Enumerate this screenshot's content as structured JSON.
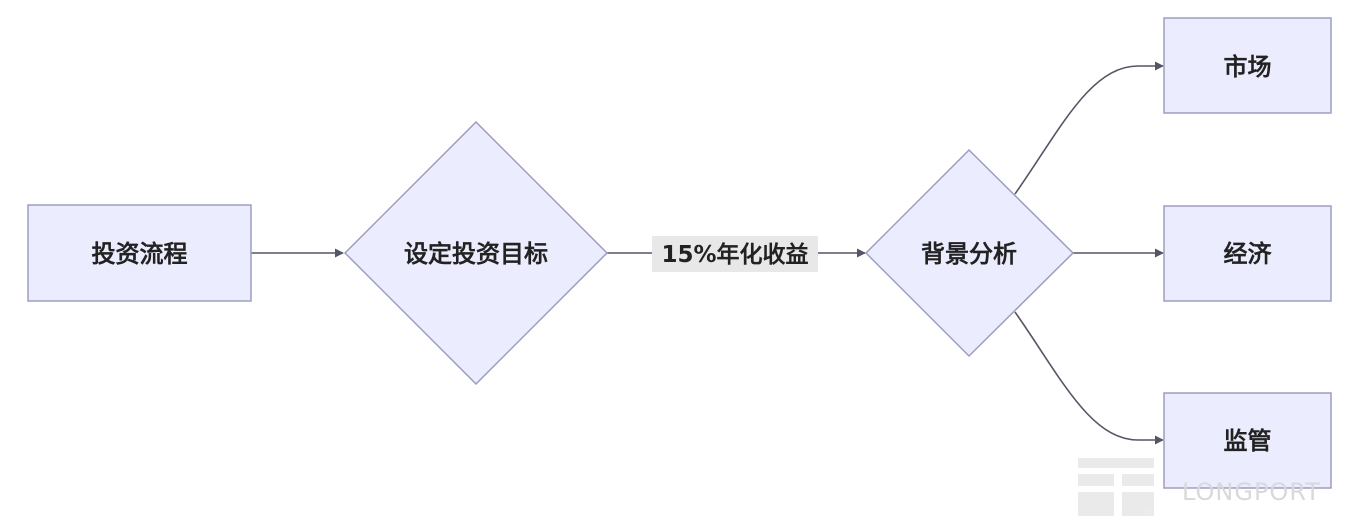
{
  "diagram": {
    "nodes": {
      "process": {
        "label": "投资流程",
        "shape": "rectangle"
      },
      "goal": {
        "label": "设定投资目标",
        "shape": "diamond"
      },
      "analysis": {
        "label": "背景分析",
        "shape": "diamond"
      },
      "market": {
        "label": "市场",
        "shape": "rectangle"
      },
      "economy": {
        "label": "经济",
        "shape": "rectangle"
      },
      "regulation": {
        "label": "监管",
        "shape": "rectangle"
      }
    },
    "edges": [
      {
        "from": "process",
        "to": "goal",
        "label": ""
      },
      {
        "from": "goal",
        "to": "analysis",
        "label": "15%年化收益"
      },
      {
        "from": "analysis",
        "to": "market",
        "label": ""
      },
      {
        "from": "analysis",
        "to": "economy",
        "label": ""
      },
      {
        "from": "analysis",
        "to": "regulation",
        "label": ""
      }
    ]
  },
  "colors": {
    "node_fill": "#ececff",
    "node_stroke": "#9d9dbf",
    "edge": "#555566",
    "edge_label_bg": "#e8e8e8",
    "text": "#222222"
  },
  "watermark": {
    "text": "LONGPORT"
  }
}
